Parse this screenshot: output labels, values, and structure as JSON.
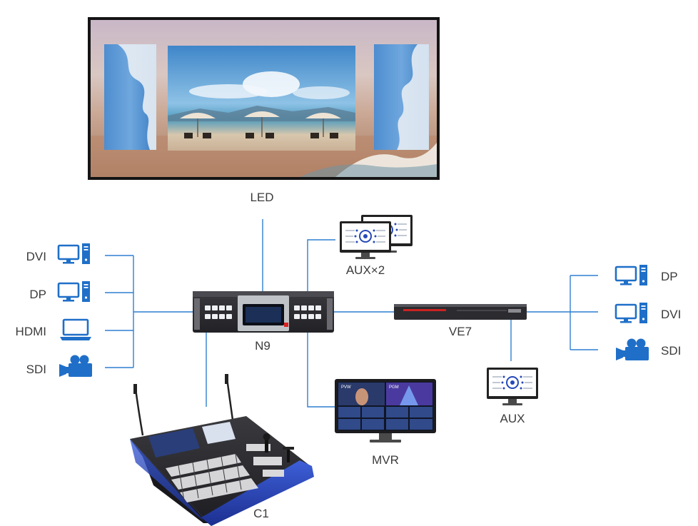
{
  "nodes": {
    "led": "LED",
    "aux2": "AUX×2",
    "n9": "N9",
    "ve7": "VE7",
    "aux": "AUX",
    "mvr": "MVR",
    "c1": "C1"
  },
  "left_inputs": [
    "DVI",
    "DP",
    "HDMI",
    "SDI"
  ],
  "right_inputs": [
    "DP",
    "DVI",
    "SDI"
  ],
  "mvr_screen": {
    "pvw": "PVW",
    "pgm": "PGM"
  },
  "colors": {
    "wire": "#2f7fd0",
    "icon": "#1f6fc8",
    "device_dark": "#2a2a2e",
    "label": "#3b3b3b"
  }
}
